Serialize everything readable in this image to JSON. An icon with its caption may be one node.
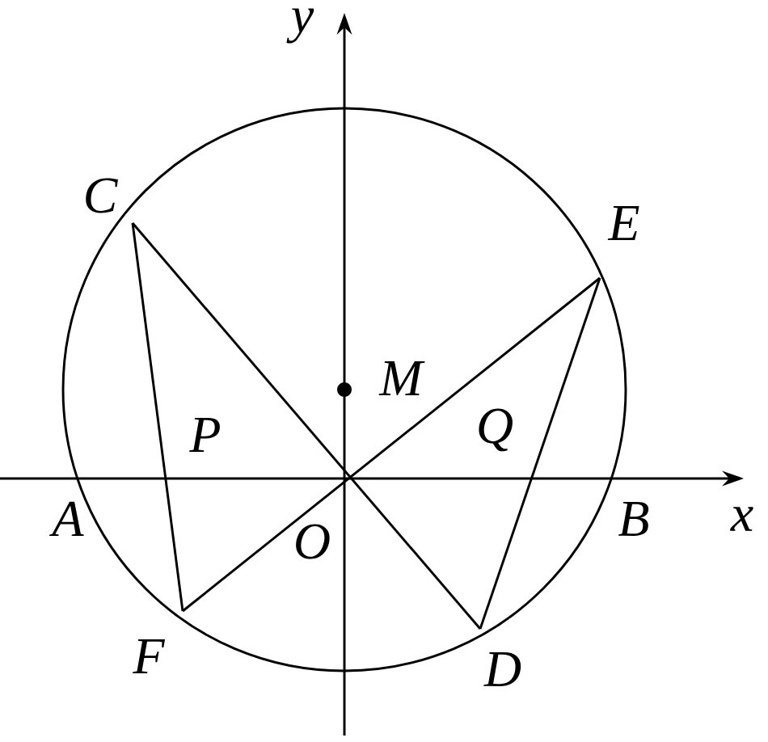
{
  "diagram": {
    "labels": [
      "y",
      "C",
      "E",
      "M",
      "P",
      "Q",
      "A",
      "O",
      "B",
      "x",
      "F",
      "D"
    ]
  }
}
